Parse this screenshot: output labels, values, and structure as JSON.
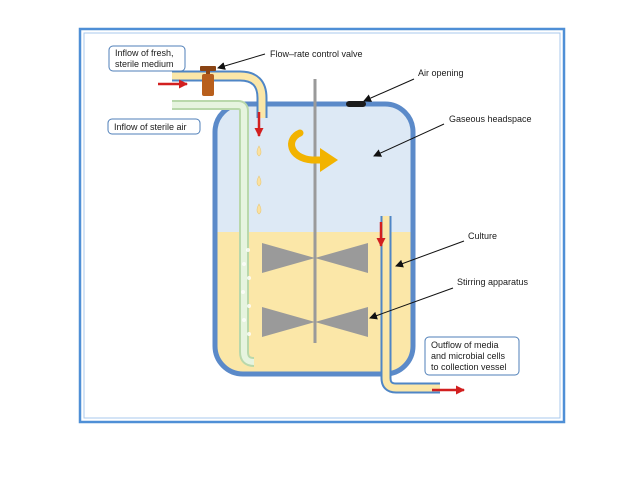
{
  "labels": {
    "inflow_medium_line1": "Inflow of fresh,",
    "inflow_medium_line2": "sterile medium",
    "flow_valve": "Flow–rate control valve",
    "air_opening": "Air opening",
    "inflow_air": "Inflow of sterile air",
    "headspace": "Gaseous headspace",
    "culture": "Culture",
    "stirring": "Stirring apparatus",
    "outflow_line1": "Outflow of media",
    "outflow_line2": "and microbial cells",
    "outflow_line3": "to collection vessel"
  },
  "colors": {
    "frame_border": "#4f8fd6",
    "vessel_border": "#5b8ac9",
    "headspace_fill": "#dde9f5",
    "culture_fill": "#fbe7a8",
    "air_tube": "#d8ecd0",
    "flow_arrow": "#d21f1f",
    "valve": "#b85f1c",
    "rotation_arrow": "#f2b300",
    "impeller": "#9a9a9a"
  }
}
